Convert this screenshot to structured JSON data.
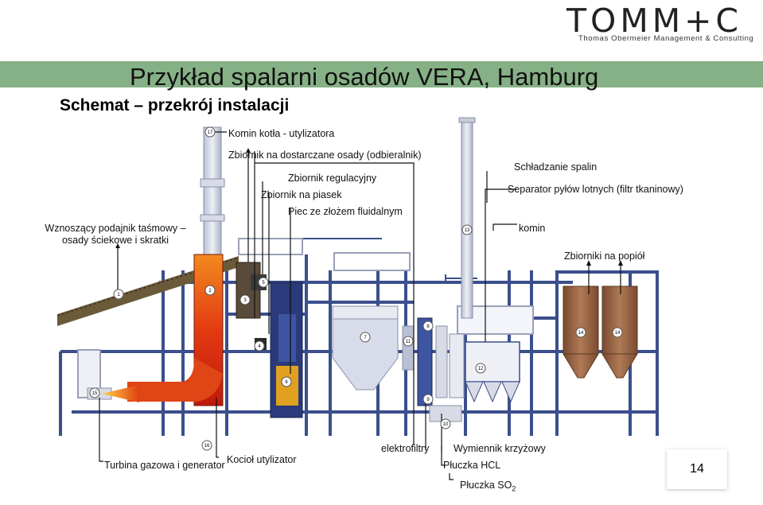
{
  "logo": {
    "brand": "TOMM+C",
    "tagline": "Thomas Obermeier Management & Consulting"
  },
  "header": {
    "title": "Przykład spalarni osadów VERA, Hamburg",
    "subtitle": "Schemat – przekrój instalacji"
  },
  "page_number": "14",
  "labels": {
    "komin_kotla": "Komin kotła - utylizatora",
    "zbiornik_dostarczane": "Zbiornik na dostarczane osady (odbieralnik)",
    "zbiornik_regulacyjny": "Zbiornik regulacyjny",
    "zbiornik_piasek": "Zbiornik na piasek",
    "piec": "Piec ze złożem fluidalnym",
    "podajnik_1": "Wznoszący podajnik taśmowy –",
    "podajnik_2": "osady ściekowe i skratki",
    "schladzanie": "Schładzanie spalin",
    "separator": "Separator pyłów lotnych (filtr tkaninowy)",
    "komin": "komin",
    "zbiorniki_popiol": "Zbiorniki na popiół",
    "turbina": "Turbina gazowa i generator",
    "kociol": "Kocioł utylizator",
    "elektrofiltry": "elektrofiltry",
    "wymiennik": "Wymiennik krzyżowy",
    "pluczka_hcl": "Płuczka HCL",
    "pluczka_so2": "Płuczka SO",
    "so2_sub": "2"
  },
  "markers": [
    "17",
    "3",
    "2",
    "1",
    "4",
    "5",
    "6",
    "7",
    "11",
    "8",
    "9",
    "10",
    "12",
    "13",
    "14",
    "14",
    "15",
    "16"
  ],
  "colors": {
    "band": "#86b186",
    "structure": "#3a4f8c",
    "fire": "#e03010",
    "ash_silo": "#9a6a4a"
  }
}
